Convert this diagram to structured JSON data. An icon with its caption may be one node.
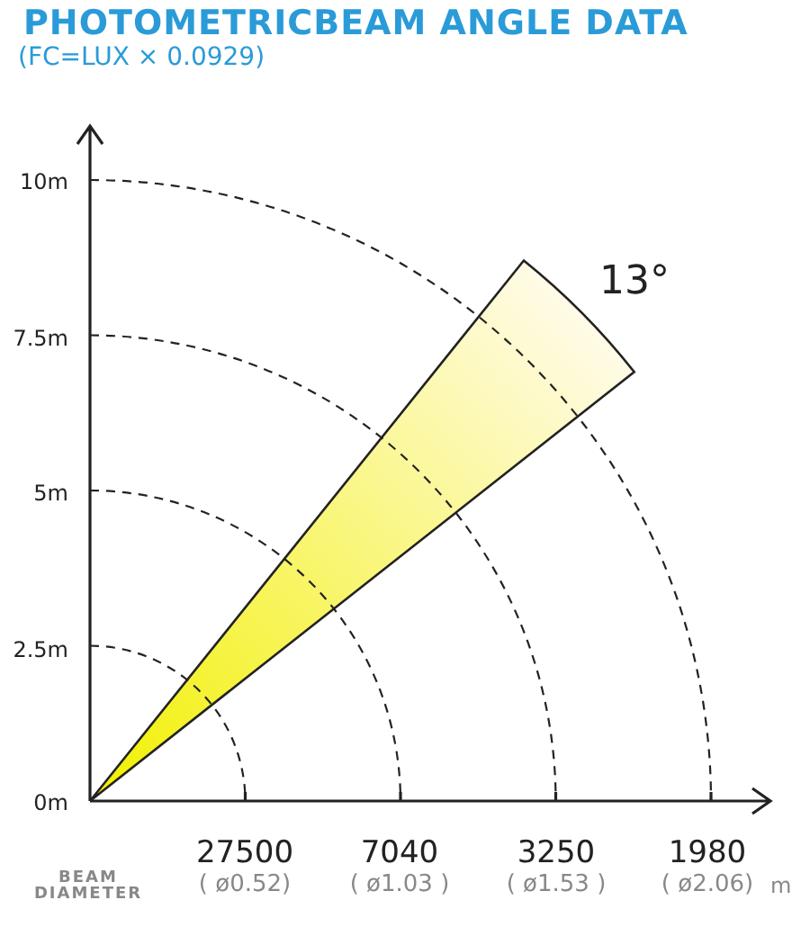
{
  "diagram": {
    "title": "PHOTOMETRICBEAM ANGLE DATA",
    "labels": [
      "(FC=LUX × 0.0929)",
      "10m",
      "7.5m",
      "13°",
      "5m",
      "2.5m",
      "0m",
      "BEAM DIAMETER",
      "27500",
      "( ø0.52)",
      "7040",
      "( ø1.03 )",
      "3250",
      "( ø1.53 )",
      "1980",
      "( ø2.06)",
      "m"
    ]
  }
}
